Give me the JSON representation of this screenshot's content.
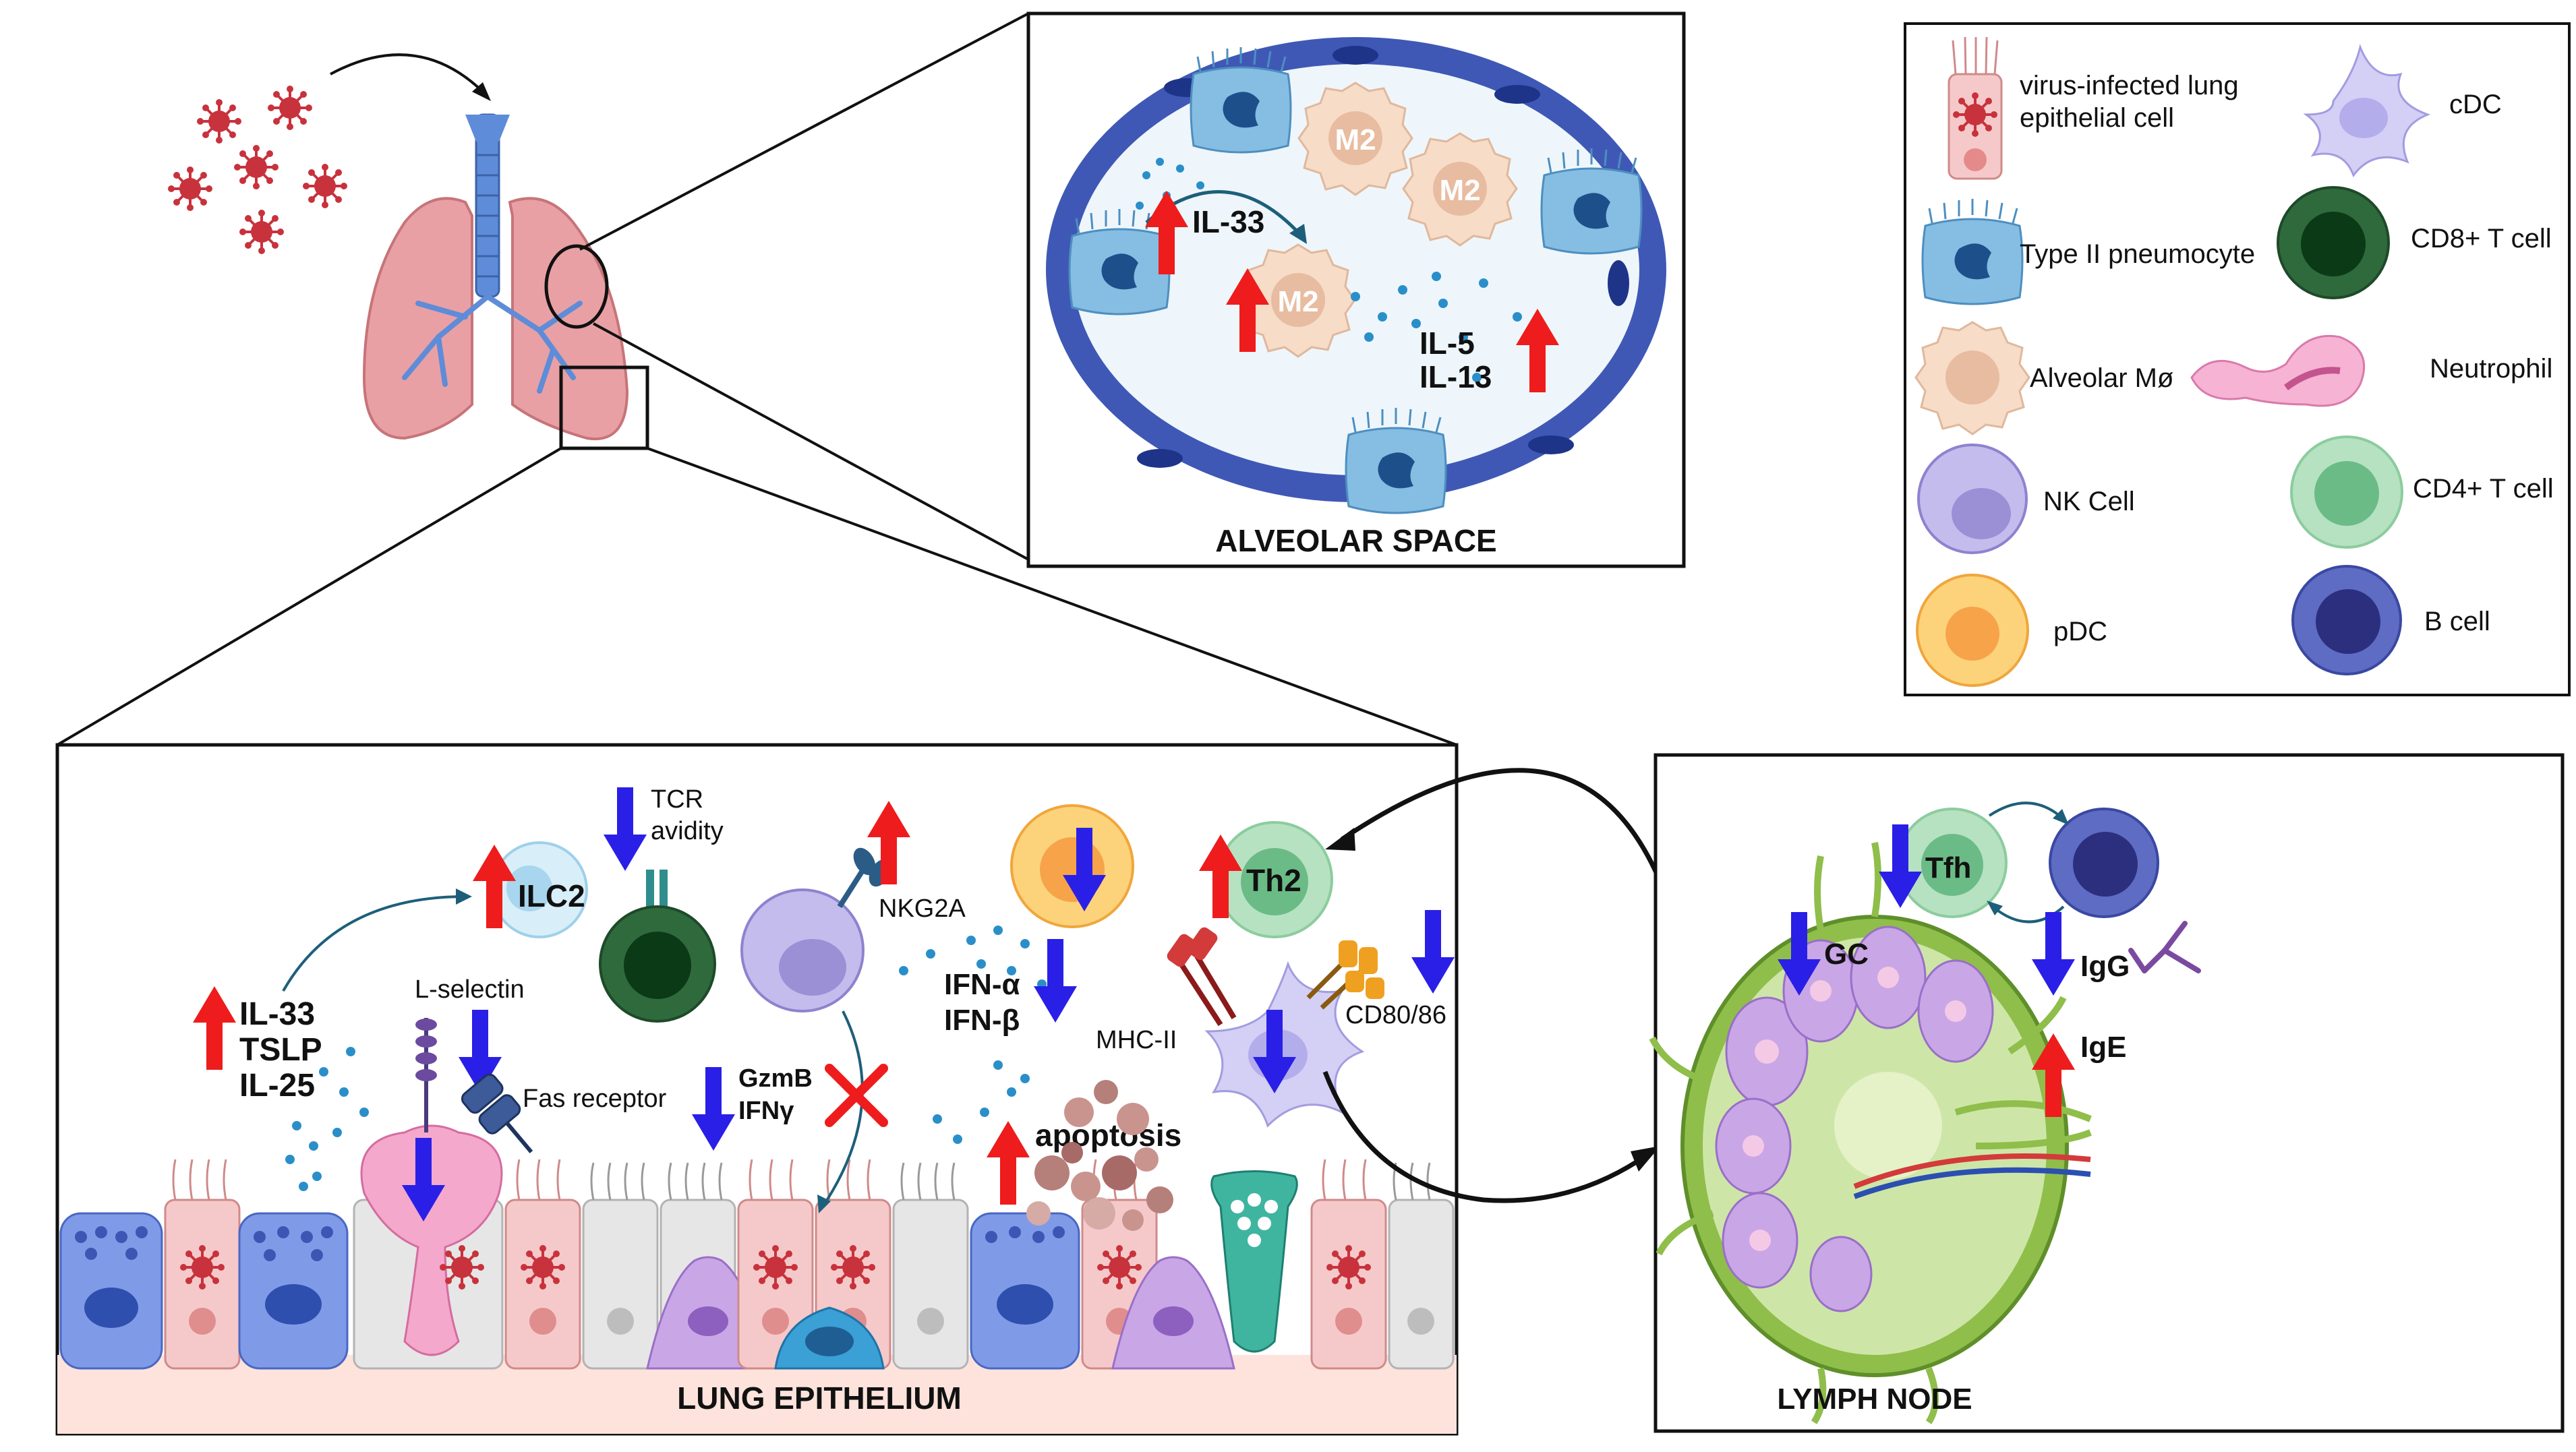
{
  "alveolar": {
    "title": "ALVEOLAR SPACE",
    "m2": [
      "M2",
      "M2",
      "M2"
    ],
    "il33": "IL-33",
    "il5": "IL-5",
    "il13": "IL-13"
  },
  "legend": {
    "virus_infected": [
      "virus-infected lung",
      "epithelial cell"
    ],
    "type2": "Type II pneumocyte",
    "alveolar_mac": "Alveolar Mø",
    "nk": "NK Cell",
    "pdc": "pDC",
    "cdc": "cDC",
    "cd8": "CD8+ T cell",
    "neutrophil": "Neutrophil",
    "cd4": "CD4+ T cell",
    "bcell": "B cell"
  },
  "epithelium": {
    "title": "LUNG EPITHELIUM",
    "cytokines": [
      "IL-33",
      "TSLP",
      "IL-25"
    ],
    "ilc2": "ILC2",
    "tcr": [
      "TCR",
      "avidity"
    ],
    "lselectin": "L-selectin",
    "fas": "Fas receptor",
    "nkg2a": "NKG2A",
    "gzmb": "GzmB",
    "ifng": "IFNγ",
    "ifna": "IFN-α",
    "ifnb": "IFN-β",
    "mhc": "MHC-II",
    "cd80": "CD80/86",
    "th2": "Th2",
    "apoptosis": "apoptosis"
  },
  "lymph": {
    "title": "LYMPH NODE",
    "tfh": "Tfh",
    "gc": "GC",
    "igg": "IgG",
    "ige": "IgE"
  },
  "colors": {
    "up_arrow": "#ee1c1c",
    "down_arrow": "#2a1fe6",
    "alveolus_wall": "#3f58b5",
    "type2": "#78b4dc",
    "macrophage": "#f3d2bc",
    "cd8": "#2f6a3d",
    "cd4": "#8ccc9e",
    "nk": "#b9afe6",
    "pdc": "#fcd37a",
    "bcell": "#4b5bb4",
    "cdc": "#c8c3f2",
    "infected": "#f5c9c9",
    "virus": "#c8323c",
    "lymph_node": "#8fbe4a"
  }
}
